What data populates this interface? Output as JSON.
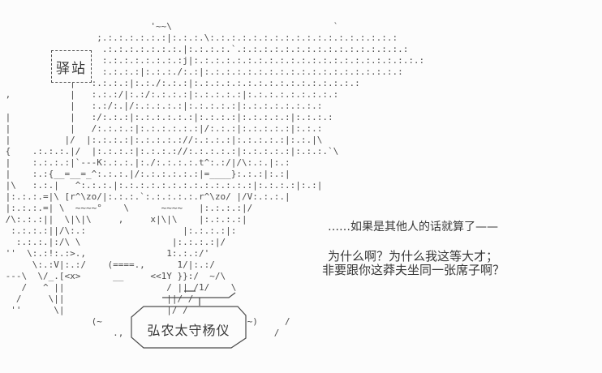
{
  "station": {
    "label": "驿站"
  },
  "nameplate": {
    "label": "弘农太守杨仪"
  },
  "dialogue": {
    "lines": [
      "……如果是其他人的话就算了——",
      "为什么啊？为什么我这等大才；",
      "非要跟你这莽夫坐同一张席子啊？"
    ]
  },
  "colors": {
    "background": "#fcfcfc",
    "ink": "#4b4b4b",
    "text": "#383838"
  },
  "art": {
    "lines": [
      "                            '~~\\                              `",
      "                  ;.:.:.:.:.:.:|:.:.:.\\:.:.:.:.:.:.:.:.:.:.:.:.:.:.:.:.:.:",
      "                   .:.:.:.:.:.:.:.|:.:.:.:.`.:.:.:.:.:.:.:.:.:.:.:.:.:.:.:.:",
      "                   :.:.:.:.:.:.:.:j|:.:.:.:.:.:.:.:.:.:.:.:.:.:.:.:.:.:.:.:.:.:",
      "                   :.:.:.:|:.:.:./:.:|:.:.:.:.:.:.:.:.:.:.:.:.:.:.:.:.:.:.:",
      "             |   :.:.:.:|:.:./:.:.:|:.:.:.:.:.:.:.:.:.:.:.:.:.:.:.:",
      " ,           |   :.:.:/|:.:/:.:.:.:|:.:.:.:.:|:.:.:.:.:.:.:.:.:",
      "             |   :.:/:.|/:.:.:.:.:|:.:.:.:.:|:.:.:.:.:.:.:.:",
      " |           |   :/:.:.:|:.:.:.:.:.:|:.:.:.:|:.:.:.:.:|:.:.:.:",
      " |           |   /:.:.:.:|:.:.:.:.:.:|/:.:.:|:.:.:.:.:|:.:.:",
      " |          |/  |:.:.:.:|:.:.:.:.://:.:.:.:|:.:.:.:.:|:.:.|\\",
      " {    .:.:.:.|/  |:.:.:.:|:.:.:.://:.:.:.:.:|:.:.:.:.:|:.:.:.`\\",
      " |    :.:.:.:|`---K:.:.:.|:./:.:.:.:.t^:.:/|/\\:.:.|:.:",
      " |    :.:{__=__=_^:.:.:.|/:.:.:.:.:.:|=____}:.:.:|:.:|",
      " |\\   :.:.|   ^:.:.:.|:.:.:.:.:.:.:.:.:.:.:.:.:|:.:.:.:|:.:|",
      " |:.:.:.=|\\ [r^\\zo/|:.:.:.`:.:.:.:.:.r^\\zo/ |/V:.:.:.|",
      " |:.:.:.=| \\  ~~~~°    \\      ~~~~   |:.:.:.:|/",
      " /\\:.:.:||  \\|\\|\\     ,     x|\\|\\    |:.:.:.:|",
      "  :.:.:.:||/\\:.:                  |:.:.:.:|:",
      "   :.:.:.|:/\\ \\                 |:.:.:.:|/",
      " ''  \\:.:!:.:>.,               1:.:.:/'",
      "      \\:.:V|:.:/    (====.,      1/|:.:/",
      " ---\\  \\/_.[<x>      __     <<1Y }}:/  ~/\\",
      "    /   ^ ||                   / || /1/    \\",
      "   /     \\||                   ||/ /",
      "  ''      \\|                   |/ /",
      "                 (~                           ~)     /",
      "                     .,                            /",
      "",
      "",
      ""
    ]
  }
}
